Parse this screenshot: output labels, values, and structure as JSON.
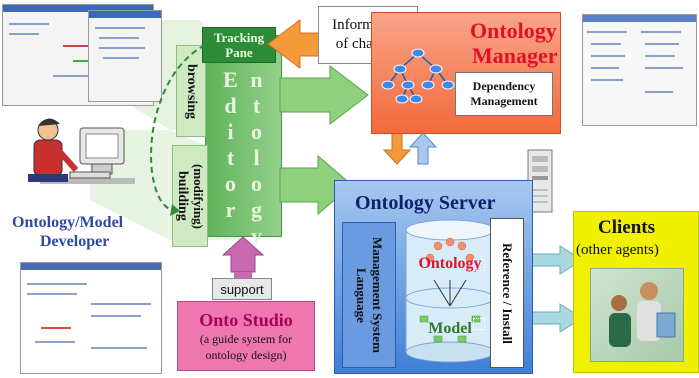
{
  "editor": {
    "title": "Ontology Editor",
    "tracking_pane": "Tracking Pane",
    "browsing": "browsing",
    "building": "building",
    "modifying": "(modifying)",
    "support": "support"
  },
  "manager": {
    "title_line1": "Ontology",
    "title_line2": "Manager",
    "dependency_line1": "Dependency",
    "dependency_line2": "Management",
    "info_line1": "Information",
    "info_line2": "of changes"
  },
  "server": {
    "title": "Ontology Server",
    "lang_line1": "Language",
    "lang_line2": "Management System",
    "ontology": "Ontology",
    "model": "Model",
    "reference": "Reference / Install"
  },
  "developer": {
    "line1": "Ontology/Model",
    "line2": "Developer"
  },
  "clients": {
    "title": "Clients",
    "subtitle": "(other agents)"
  },
  "ontostudio": {
    "title": "Onto Studio",
    "line1": "(a guide system for",
    "line2": "ontology design)"
  },
  "colors": {
    "editor_green": "#7cc47a",
    "manager_orange": "#f26a3a",
    "server_blue": "#3f7fd8",
    "clients_yellow": "#f0f000",
    "ontostudio_pink": "#ee77b0",
    "title_red": "#e0122a",
    "developer_blue": "#2e4aa8"
  }
}
